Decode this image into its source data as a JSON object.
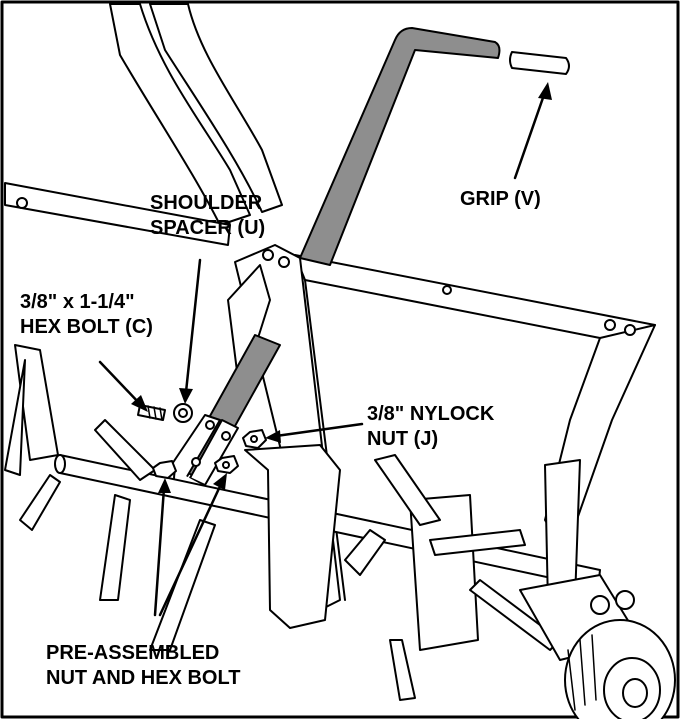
{
  "callouts": {
    "grip": {
      "line1": "GRIP (V)"
    },
    "shoulder_spacer": {
      "line1": "SHOULDER",
      "line2": "SPACER (U)"
    },
    "hex_bolt": {
      "line1": "3/8\" x 1-1/4\"",
      "line2": "HEX BOLT (C)"
    },
    "nylock_nut": {
      "line1": "3/8\" NYLOCK",
      "line2": "NUT (J)"
    },
    "pre_assembled": {
      "line1": "PRE-ASSEMBLED",
      "line2": "NUT AND HEX BOLT"
    }
  },
  "colors": {
    "line": "#000000",
    "handle_fill": "#8e8e8e",
    "background": "#ffffff"
  }
}
